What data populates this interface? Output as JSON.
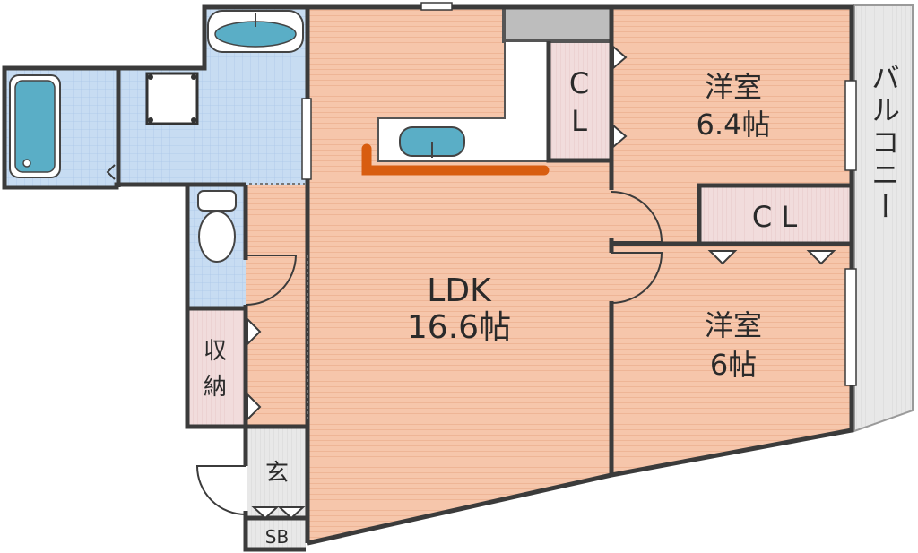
{
  "rooms": {
    "ldk": {
      "name": "LDK",
      "size": "16.6帖"
    },
    "western_room_upper": {
      "name": "洋室",
      "size": "6.4帖"
    },
    "western_room_lower": {
      "name": "洋室",
      "size": "6帖"
    }
  },
  "closets": {
    "upper_cl_line1": "C",
    "upper_cl_line2": "L",
    "middle_cl": "C L",
    "storage_line1": "収",
    "storage_line2": "納"
  },
  "entrance": {
    "genkan": "玄",
    "shoe_box": "SB"
  },
  "balcony": {
    "label": "バルコニー"
  },
  "colors": {
    "floor_wood": "#f5c4a8",
    "wet_area_tile": "#c7dcf2",
    "closet": "#f1dcdc",
    "balcony": "#e6e6e6",
    "fixture_blue": "#5aaec6",
    "counter_orange": "#d85d10",
    "wall": "#3b3b3b"
  }
}
